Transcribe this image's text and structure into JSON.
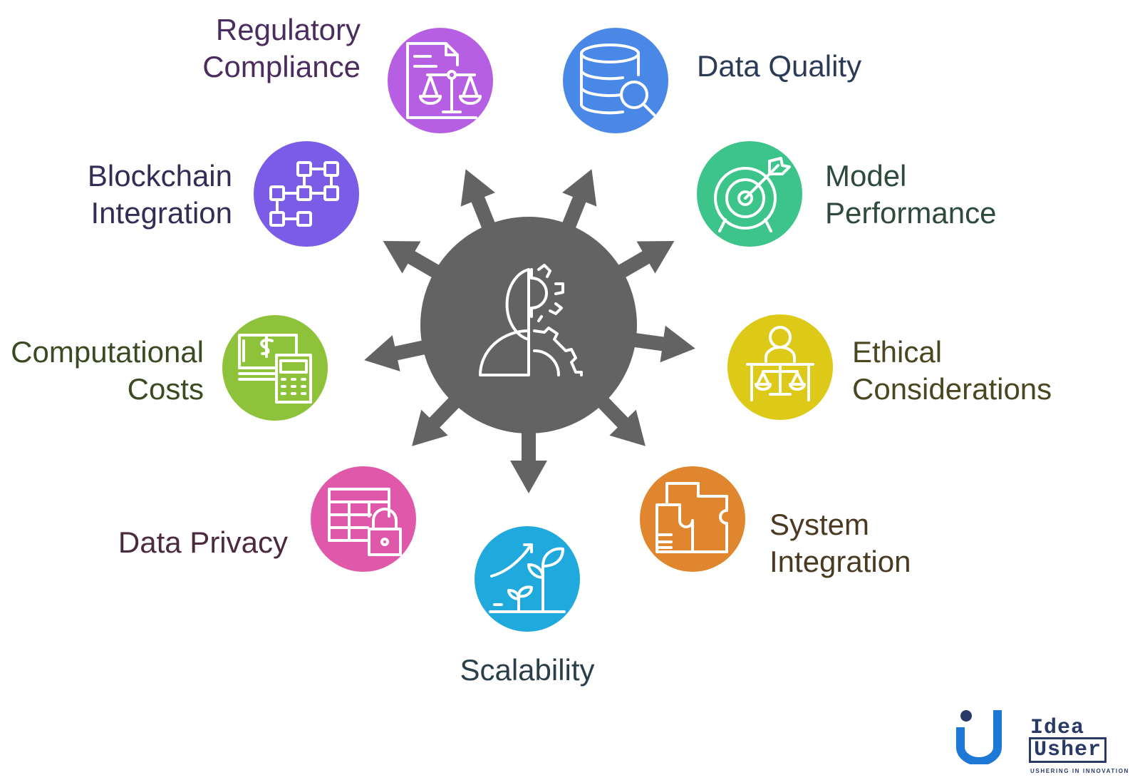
{
  "center": {
    "icon": "brain-gear-icon",
    "color": "#636363"
  },
  "factors": [
    {
      "id": "regulatory-compliance",
      "lines": [
        "Regulatory",
        "Compliance"
      ],
      "color": "#b65fe3",
      "text_color": "#4a2c5e",
      "icon": "document-scale-icon"
    },
    {
      "id": "data-quality",
      "lines": [
        "Data Quality"
      ],
      "color": "#4a88e8",
      "text_color": "#2b3a55",
      "icon": "database-search-icon"
    },
    {
      "id": "model-performance",
      "lines": [
        "Model",
        "Performance"
      ],
      "color": "#3cc48a",
      "text_color": "#2d4a3c",
      "icon": "target-arrow-icon"
    },
    {
      "id": "ethical-considerations",
      "lines": [
        "Ethical",
        "Considerations"
      ],
      "color": "#ddc917",
      "text_color": "#4a4620",
      "icon": "person-scale-icon"
    },
    {
      "id": "system-integration",
      "lines": [
        "System",
        "Integration"
      ],
      "color": "#e0862e",
      "text_color": "#4a3a22",
      "icon": "puzzle-icon"
    },
    {
      "id": "scalability",
      "lines": [
        "Scalability"
      ],
      "color": "#20a9dc",
      "text_color": "#2b3f4a",
      "icon": "growth-plant-icon"
    },
    {
      "id": "data-privacy",
      "lines": [
        "Data Privacy"
      ],
      "color": "#e058aa",
      "text_color": "#4a2a3c",
      "icon": "table-lock-icon"
    },
    {
      "id": "computational-costs",
      "lines": [
        "Computational",
        "Costs"
      ],
      "color": "#8fc23b",
      "text_color": "#3c4a22",
      "icon": "money-calculator-icon"
    },
    {
      "id": "blockchain-integration",
      "lines": [
        "Blockchain",
        "Integration"
      ],
      "color": "#7b5ce6",
      "text_color": "#332c55",
      "icon": "blockchain-blocks-icon"
    }
  ],
  "logo": {
    "word1": "Idea",
    "word2": "Usher",
    "tagline": "USHERING IN INNOVATION",
    "color": "#2a3a66",
    "accent": "#1e78d6"
  }
}
